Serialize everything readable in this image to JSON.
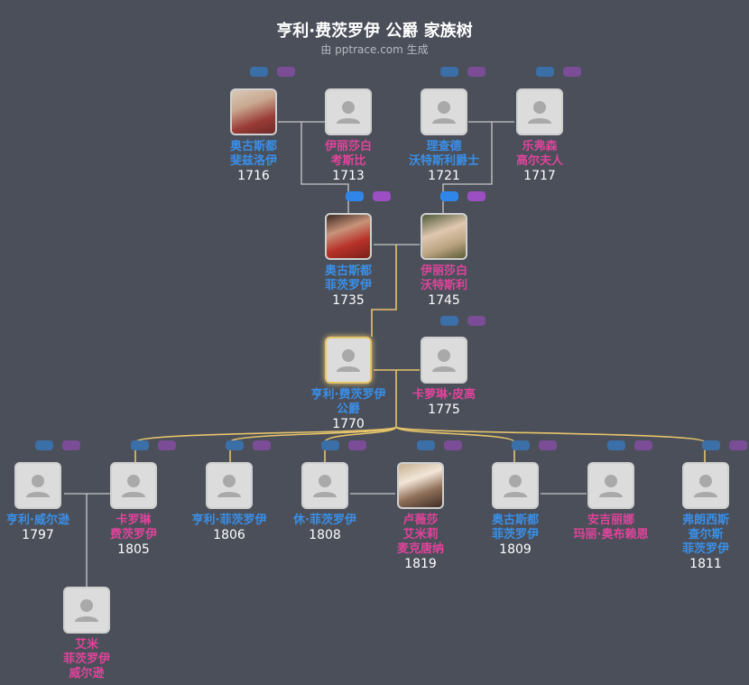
{
  "header": {
    "title": "亨利·费茨罗伊 公爵 家族树",
    "subtitle": "由 pptrace.com 生成"
  },
  "people": [
    {
      "id": "p1",
      "gender": "m",
      "name": [
        "奥古斯都",
        "斐兹洛伊"
      ],
      "year": "1716",
      "photo": true
    },
    {
      "id": "p2",
      "gender": "f",
      "name": [
        "伊丽莎白",
        "考斯比"
      ],
      "year": "1713",
      "photo": false
    },
    {
      "id": "p3",
      "gender": "m",
      "name": [
        "理查德",
        "沃特斯利爵士"
      ],
      "year": "1721",
      "photo": false
    },
    {
      "id": "p4",
      "gender": "f",
      "name": [
        "乐弗森",
        "高尔夫人"
      ],
      "year": "1717",
      "photo": false
    },
    {
      "id": "p5",
      "gender": "m",
      "name": [
        "奥古斯都",
        "菲茨罗伊"
      ],
      "year": "1735",
      "photo": true
    },
    {
      "id": "p6",
      "gender": "f",
      "name": [
        "伊丽莎白",
        "沃特斯利"
      ],
      "year": "1745",
      "photo": true
    },
    {
      "id": "p7",
      "gender": "m",
      "name": [
        "亨利·费茨罗伊",
        "公爵"
      ],
      "year": "1770",
      "photo": false,
      "focus": true
    },
    {
      "id": "p8",
      "gender": "f",
      "name": [
        "卡萝琳·皮高"
      ],
      "year": "1775",
      "photo": false
    },
    {
      "id": "p9",
      "gender": "m",
      "name": [
        "亨利·威尔逊"
      ],
      "year": "1797",
      "photo": false
    },
    {
      "id": "p10",
      "gender": "f",
      "name": [
        "卡罗琳",
        "费茨罗伊"
      ],
      "year": "1805",
      "photo": false
    },
    {
      "id": "p11",
      "gender": "m",
      "name": [
        "亨利·菲茨罗伊"
      ],
      "year": "1806",
      "photo": false
    },
    {
      "id": "p12",
      "gender": "m",
      "name": [
        "休·菲茨罗伊"
      ],
      "year": "1808",
      "photo": false
    },
    {
      "id": "p13",
      "gender": "f",
      "name": [
        "卢薇莎",
        "艾米莉",
        "麦克唐纳"
      ],
      "year": "1819",
      "photo": true
    },
    {
      "id": "p14",
      "gender": "m",
      "name": [
        "奥古斯都",
        "菲茨罗伊"
      ],
      "year": "1809",
      "photo": false
    },
    {
      "id": "p15",
      "gender": "f",
      "name": [
        "安吉丽娜",
        "玛丽·奥布赖恩"
      ],
      "year": "",
      "photo": false
    },
    {
      "id": "p16",
      "gender": "m",
      "name": [
        "弗朗西斯",
        "查尔斯",
        "菲茨罗伊"
      ],
      "year": "1811",
      "photo": false
    },
    {
      "id": "p17",
      "gender": "f",
      "name": [
        "艾米",
        "菲茨罗伊",
        "威尔逊"
      ],
      "year": "",
      "photo": false
    }
  ],
  "colors": {
    "background": "#4a4f59",
    "male": "#3a8fe8",
    "female": "#e0449b",
    "focus_line": "#e6c46a",
    "line": "#c8c8c8"
  }
}
